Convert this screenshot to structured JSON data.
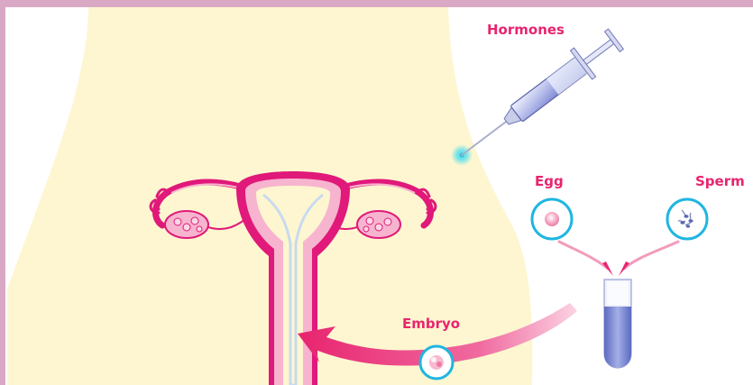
{
  "labels": {
    "hormones": "Hormones",
    "egg": "Egg",
    "sperm": "Sperm",
    "embryo": "Embryo"
  },
  "colors": {
    "frame": "#d9a8c5",
    "body_fill": "#fdf6d0",
    "label_pink": "#e8246f",
    "uterus_magenta": "#e0197a",
    "uterus_light": "#f7b4cf",
    "endometrium_blue": "#c8daf0",
    "circle_cyan": "#1fb6e0",
    "syringe_liquid": "#8f97d8",
    "tube_liquid": "#7a86cf",
    "arrow_pink": "#e8246f"
  },
  "icons": [
    "syringe-icon",
    "egg-icon",
    "sperm-icon",
    "embryo-icon",
    "test-tube-icon",
    "uterus-illustration"
  ]
}
